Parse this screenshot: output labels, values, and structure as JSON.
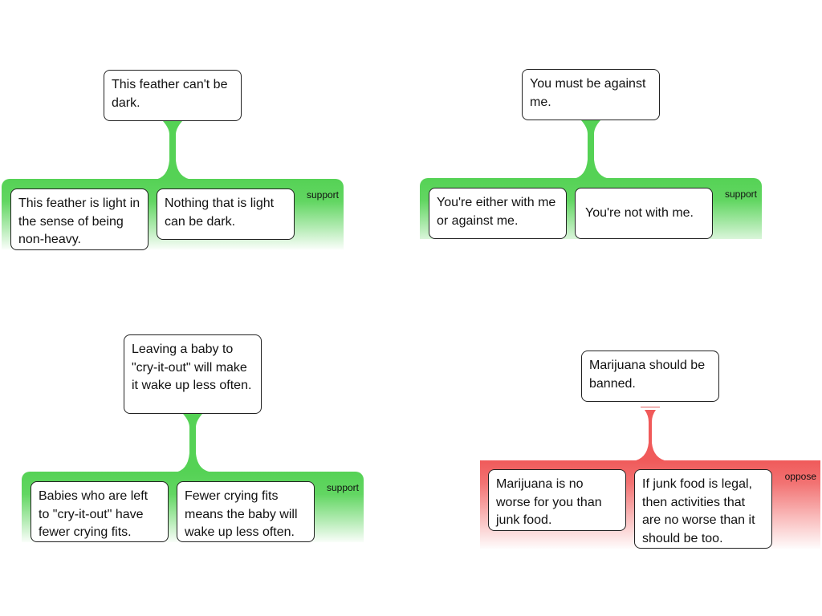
{
  "diagrams": [
    {
      "claim": "This feather can't be dark.",
      "relation": "support",
      "premises": [
        "This feather is light in the sense of being non-heavy.",
        "Nothing that is light can be dark."
      ]
    },
    {
      "claim": "You must be against me.",
      "relation": "support",
      "premises": [
        "You're either with me or against me.",
        "You're not with me."
      ]
    },
    {
      "claim": "Leaving a baby to \"cry-it-out\" will make it wake up less often.",
      "relation": "support",
      "premises": [
        "Babies who are left to \"cry-it-out\" have fewer crying fits.",
        "Fewer crying fits means the baby will wake up less often."
      ]
    },
    {
      "claim": "Marijuana should be banned.",
      "relation": "oppose",
      "premises": [
        "Marijuana is no worse for you than junk food.",
        "If junk food is legal, then activities that are no worse than it should be too."
      ]
    }
  ],
  "colors": {
    "support": "#55d255",
    "oppose": "#f05a5a",
    "border": "#222222"
  }
}
